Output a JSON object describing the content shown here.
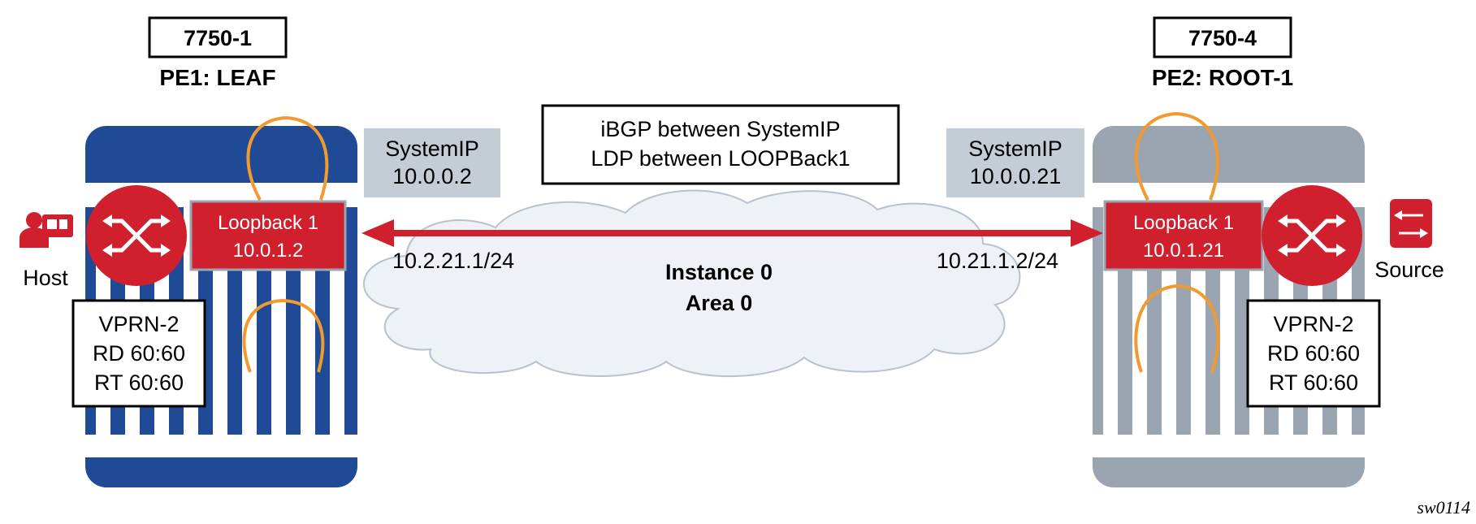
{
  "left_node": {
    "model": "7750-1",
    "role": "PE1: LEAF",
    "system_ip_label": "SystemIP",
    "system_ip": "10.0.0.2",
    "loopback_label": "Loopback 1",
    "loopback_ip": "10.0.1.2",
    "interface_ip": "10.2.21.1/24",
    "vprn": [
      "VPRN-2",
      "RD 60:60",
      "RT 60:60"
    ],
    "endpoint_label": "Host",
    "chassis_color": "#1f4b96"
  },
  "right_node": {
    "model": "7750-4",
    "role": "PE2: ROOT-1",
    "system_ip_label": "SystemIP",
    "system_ip": "10.0.0.21",
    "loopback_label": "Loopback 1",
    "loopback_ip": "10.0.1.21",
    "interface_ip": "10.21.1.2/24",
    "vprn": [
      "VPRN-2",
      "RD 60:60",
      "RT 60:60"
    ],
    "endpoint_label": "Source",
    "chassis_color": "#9aa5b1"
  },
  "protocols": [
    "iBGP between SystemIP",
    "LDP between LOOPBack1"
  ],
  "cloud": {
    "line1": "Instance 0",
    "line2": "Area 0"
  },
  "figure_id": "sw0114",
  "colors": {
    "accent_red": "#d0202e",
    "loop_orange": "#f29a2e",
    "systemip_box": "#c4ccd6",
    "cloud_fill": "#eef1f5",
    "cloud_stroke": "#b8c2cd"
  }
}
